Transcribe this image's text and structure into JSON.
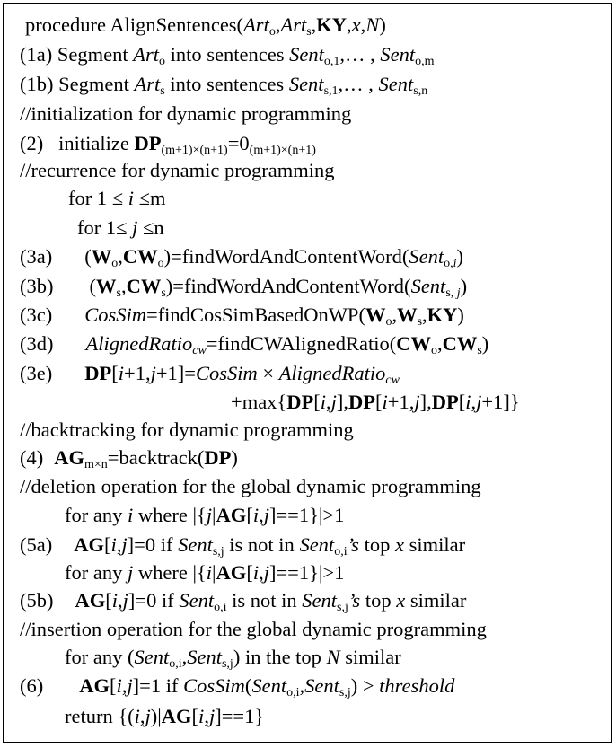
{
  "algorithm": {
    "header": {
      "kw": "procedure",
      "name": "AlignSentences(",
      "art": "Art",
      "o": "o",
      "s": "s",
      "comma": ",",
      "ky": "KY",
      "x": "x",
      "n": "N",
      "close": ")"
    },
    "l1a": {
      "num": "(1a)",
      "pre": " Segment ",
      "art": "Art",
      "sub": "o",
      "mid": " into sentences ",
      "sent": "Sent",
      "sub1": "o,1",
      "ell": ",… , ",
      "sub2": "o,m"
    },
    "l1b": {
      "num": "(1b)",
      "pre": " Segment ",
      "art": "Art",
      "sub": "s",
      "mid": " into sentences ",
      "sent": "Sent",
      "sub1": "s,1",
      "ell": ",… , ",
      "sub2": "s,n"
    },
    "c1": "//initialization for dynamic programming",
    "l2": {
      "num": "(2)",
      "pre": "   initialize ",
      "dp": "DP",
      "sub1": "(m+1)×(n+1)",
      "eq": "=0",
      "sub2": "(m+1)×(n+1)"
    },
    "c2": "//recurrence for dynamic programming",
    "for1": {
      "pre": "for 1 ≤ ",
      "i": "i",
      "post": " ≤m"
    },
    "for2": {
      "pre": "for 1≤ ",
      "j": "j",
      "post": " ≤n"
    },
    "l3a": {
      "num": "(3a)",
      "p1": "(",
      "w": "W",
      "sub": "o",
      "comma": ",",
      "cw": "CW",
      "p2": ")=findWordAndContentWord(",
      "sent": "Sent",
      "sub2": "o,",
      "i": "i",
      "close": ")"
    },
    "l3b": {
      "num": "(3b)",
      "p1": "(",
      "w": "W",
      "sub": "s",
      "comma": ",",
      "cw": "CW",
      "p2": ")=findWordAndContentWord(",
      "sent": "Sent",
      "sub2": "s, ",
      "j": "j",
      "close": ")"
    },
    "l3c": {
      "num": "(3c)",
      "cossim": "CosSim",
      "mid": "=findCosSimBasedOnWP(",
      "w": "W",
      "o": "o",
      "s": "s",
      "comma": ",",
      "ky": "KY",
      "close": ")"
    },
    "l3d": {
      "num": "(3d)",
      "ar": "AlignedRatio",
      "cw_sub": "cw",
      "mid": "=findCWAlignedRatio(",
      "cw": "CW",
      "o": "o",
      "s": "s",
      "comma": ",",
      "close": ")"
    },
    "l3e": {
      "num": "(3e)",
      "dp": "DP",
      "ob": "[",
      "i": "i",
      "p1": "+1,",
      "j": "j",
      "p2": "+1]=",
      "cossim": "CosSim",
      "times": " × ",
      "ar": "AlignedRatio",
      "cw_sub": "cw"
    },
    "l3e2": {
      "max": "+max{",
      "dp": "DP",
      "ob": "[",
      "i": "i",
      "comma": ",",
      "j": "j",
      "cb": "]",
      "p1": "+1,",
      "p2": "+1]",
      "close": "}"
    },
    "c3": "//backtracking for dynamic programming",
    "l4": {
      "num": "(4)",
      "ag": "AG",
      "sub": "m×n",
      "mid": "=backtrack(",
      "dp": "DP",
      "close": ")"
    },
    "c4": "//deletion operation for the global dynamic programming",
    "for3": {
      "pre": "for any ",
      "i": "i",
      "mid": " where |{",
      "j": "j",
      "bar": "|",
      "ag": "AG",
      "ob": "[",
      "comma": ",",
      "post": "]==1}|>1"
    },
    "l5a": {
      "num": "(5a)",
      "ag": "AG",
      "ob": "[",
      "i": "i",
      "comma": ",",
      "j": "j",
      "mid": "]=0 if ",
      "sent": "Sent",
      "sub1": "s,j",
      "mid2": " is not in ",
      "sub2": "o,i",
      "poss": "’s",
      "mid3": " top ",
      "x": "x",
      "post": " similar"
    },
    "for4": {
      "pre": "for any ",
      "j": "j",
      "mid": " where |{",
      "i": "i",
      "bar": "|",
      "ag": "AG",
      "ob": "[",
      "comma": ",",
      "post": "]==1}|>1"
    },
    "l5b": {
      "num": "(5b)",
      "ag": "AG",
      "ob": "[",
      "i": "i",
      "comma": ",",
      "j": "j",
      "mid": "]=0 if ",
      "sent": "Sent",
      "sub1": "o,i",
      "mid2": " is not in ",
      "sub2": "s,j",
      "poss": "’s",
      "mid3": " top ",
      "x": "x",
      "post": " similar"
    },
    "c5": "//insertion operation for the global dynamic programming",
    "for5": {
      "pre": "for any (",
      "sent": "Sent",
      "sub1": "o,i",
      "comma": ",",
      "sub2": "s,j",
      "mid": ") in the top ",
      "n": "N",
      "post": " similar"
    },
    "l6": {
      "num": "(6)",
      "ag": "AG",
      "ob": "[",
      "i": "i",
      "comma": ",",
      "j": "j",
      "mid": "]=1 if ",
      "cossim": "CosSim",
      "op": "(",
      "sent": "Sent",
      "sub1": "o,i",
      "sub2": "s,j",
      "cl": ") > ",
      "thr": "threshold"
    },
    "ret": {
      "pre": "return {(",
      "i": "i",
      "comma": ",",
      "j": "j",
      "mid": ")|",
      "ag": "AG",
      "ob": "[",
      "post": "]==1}"
    }
  }
}
